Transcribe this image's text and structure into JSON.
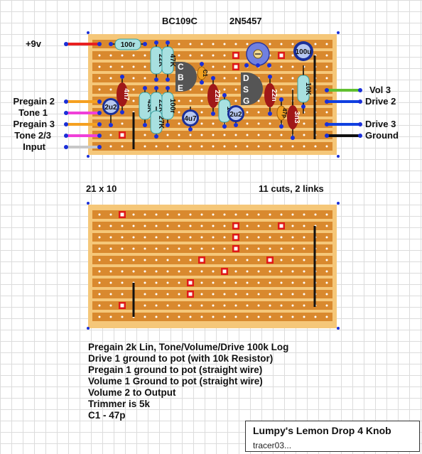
{
  "transistors": {
    "q1_type": "BC109C",
    "q2_type": "2N5457"
  },
  "pins": {
    "q1": [
      "C",
      "B",
      "E"
    ],
    "q2": [
      "D",
      "S",
      "G"
    ]
  },
  "left_labels": [
    "+9v",
    "Pregain 2",
    "Tone 1",
    "Pregain 3",
    "Tone 2/3",
    "Input"
  ],
  "right_labels": [
    "Vol 3",
    "Drive 2",
    "Drive 3",
    "Ground"
  ],
  "board_size": "21 x 10",
  "cuts_links": "11 cuts, 2 links",
  "components": {
    "r1": "100r",
    "r2": "22K",
    "r3": "47K",
    "r4": "43K",
    "r5": "22K",
    "r6": "27K",
    "r7": "100r",
    "r8": "1K",
    "r9": "10K",
    "c1": "4n7",
    "c2": "2u2",
    "c3": "4u7",
    "c4": "C1",
    "c5": "22n",
    "c6": "2u2",
    "c7": "22n",
    "c8": "47p",
    "c9": "3n3",
    "c10": "100u"
  },
  "notes": [
    "Pregain 2k Lin, Tone/Volume/Drive 100k Log",
    "Drive 1 ground to pot (with 10k Resistor)",
    "Pregain 1 ground to pot (straight wire)",
    "Volume 1 Ground to pot (straight wire)",
    "Volume 2 to Output",
    "Trimmer is 5k",
    "C1 - 47p"
  ],
  "title": "Lumpy's Lemon Drop 4 Knob",
  "author": "tracer03...",
  "colors": {
    "board": "#f5c779",
    "strip": "#d9892e",
    "hole": "#ffffff",
    "wire_red": "#e82020",
    "wire_orange": "#f5a020",
    "wire_magenta": "#f040d8",
    "wire_gray": "#c8c8c8",
    "wire_green": "#60c030",
    "wire_blue": "#1040e0",
    "wire_black": "#111111",
    "resistor": "#a8e0e0",
    "cap_ceramic": "#a01818",
    "cap_elec": "#1a2f9a",
    "transistor": "#555555",
    "cut": "#e01818"
  }
}
